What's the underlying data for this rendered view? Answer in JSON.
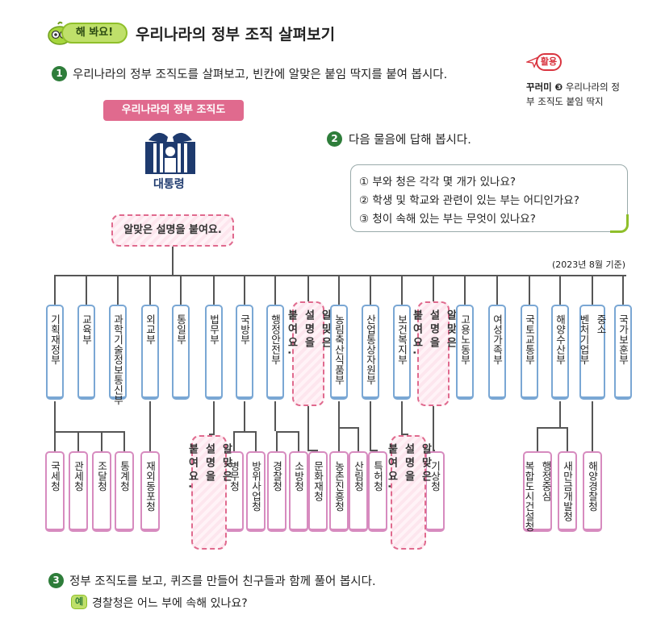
{
  "header": {
    "badge": "해 봐요!",
    "title": "우리나라의 정부 조직 살펴보기"
  },
  "q1": {
    "num": "1",
    "text": "우리나라의 정부 조직도를 살펴보고, 빈칸에 알맞은 붙임 딱지를 붙여 봅시다."
  },
  "stamp": {
    "badge": "활용",
    "book": "꾸러미",
    "num": "❸",
    "line1": "우리나라의 정",
    "line2": "부 조직도 붙임 딱지"
  },
  "chart": {
    "banner": "우리나라의 정부 조직도",
    "president": "대통령",
    "sticker_text": "알맞은 설명을 붙여요.",
    "sticker_cols": [
      "알맞은",
      "설명을",
      "붙여요."
    ],
    "date_note": "(2023년 8월 기준)",
    "ministries": [
      {
        "id": "m1",
        "cols": [
          "기획재정부"
        ]
      },
      {
        "id": "m2",
        "cols": [
          "교육부"
        ]
      },
      {
        "id": "m3",
        "cols": [
          "과학기술정보통신부"
        ]
      },
      {
        "id": "m4",
        "cols": [
          "외교부"
        ]
      },
      {
        "id": "m5",
        "cols": [
          "통일부"
        ]
      },
      {
        "id": "m6",
        "cols": [
          "법무부"
        ]
      },
      {
        "id": "m7",
        "cols": [
          "국방부"
        ]
      },
      {
        "id": "m8",
        "cols": [
          "행정안전부"
        ]
      },
      {
        "id": "m9",
        "cols": [
          "농림축산식품부"
        ]
      },
      {
        "id": "m10",
        "cols": [
          "산업통상자원부"
        ]
      },
      {
        "id": "m11",
        "cols": [
          "보건복지부"
        ]
      },
      {
        "id": "m12",
        "cols": [
          "고용노동부"
        ]
      },
      {
        "id": "m13",
        "cols": [
          "여성가족부"
        ]
      },
      {
        "id": "m14",
        "cols": [
          "국토교통부"
        ]
      },
      {
        "id": "m15",
        "cols": [
          "해양수산부"
        ]
      },
      {
        "id": "m16",
        "cols": [
          "중소",
          "벤처기업부"
        ]
      },
      {
        "id": "m17",
        "cols": [
          "국가보훈부"
        ]
      }
    ],
    "agencies": [
      {
        "id": "a1",
        "cols": [
          "국세청"
        ]
      },
      {
        "id": "a2",
        "cols": [
          "관세청"
        ]
      },
      {
        "id": "a3",
        "cols": [
          "조달청"
        ]
      },
      {
        "id": "a4",
        "cols": [
          "통계청"
        ]
      },
      {
        "id": "a5",
        "cols": [
          "재외동포청"
        ]
      },
      {
        "id": "a6",
        "cols": [
          "병무청"
        ]
      },
      {
        "id": "a7",
        "cols": [
          "방위사업청"
        ]
      },
      {
        "id": "a8",
        "cols": [
          "경찰청"
        ]
      },
      {
        "id": "a9",
        "cols": [
          "소방청"
        ]
      },
      {
        "id": "a10",
        "cols": [
          "문화재청"
        ]
      },
      {
        "id": "a11",
        "cols": [
          "농촌진흥청"
        ]
      },
      {
        "id": "a12",
        "cols": [
          "산림청"
        ]
      },
      {
        "id": "a13",
        "cols": [
          "특허청"
        ]
      },
      {
        "id": "a14",
        "cols": [
          "기상청"
        ]
      },
      {
        "id": "a15",
        "cols": [
          "행정중심",
          "복합도시건설청"
        ]
      },
      {
        "id": "a16",
        "cols": [
          "새만금개발청"
        ]
      },
      {
        "id": "a17",
        "cols": [
          "해양경찰청"
        ]
      }
    ]
  },
  "q2": {
    "num": "2",
    "text": "다음 물음에 답해 봅시다.",
    "items": [
      "① 부와 청은 각각 몇 개가 있나요?",
      "② 학생 및 학교와 관련이 있는 부는 어디인가요?",
      "③ 청이 속해 있는 부는 무엇이 있나요?"
    ]
  },
  "q3": {
    "num": "3",
    "text": "정부 조직도를 보고, 퀴즈를 만들어 친구들과 함께 풀어 봅시다."
  },
  "example": {
    "badge": "예",
    "text": "경찰청은 어느 부에 속해 있나요?"
  },
  "colors": {
    "green": "#2e7d3a",
    "pink": "#e06a8e",
    "blue": "#7aa7d4",
    "agency": "#d78bbf",
    "navy": "#1e3a6e"
  }
}
